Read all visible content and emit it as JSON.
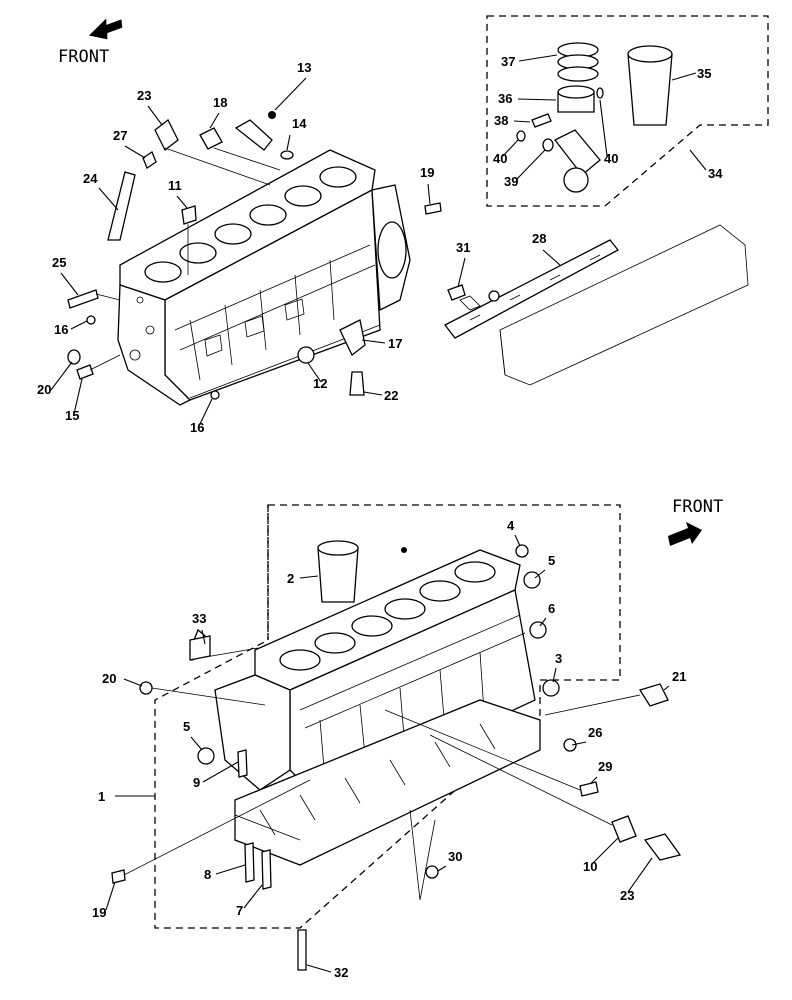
{
  "top_front": "FRONT",
  "bottom_front": "FRONT",
  "top_callouts": [
    "13",
    "23",
    "18",
    "14",
    "27",
    "24",
    "11",
    "19",
    "25",
    "16",
    "20",
    "15",
    "16",
    "17",
    "12",
    "22",
    "31",
    "28",
    "37",
    "35",
    "36",
    "38",
    "40",
    "40",
    "39",
    "34"
  ],
  "bottom_callouts": [
    "4",
    "2",
    "5",
    "6",
    "33",
    "3",
    "20",
    "21",
    "5",
    "26",
    "9",
    "29",
    "1",
    "8",
    "30",
    "7",
    "10",
    "19",
    "23",
    "32"
  ]
}
